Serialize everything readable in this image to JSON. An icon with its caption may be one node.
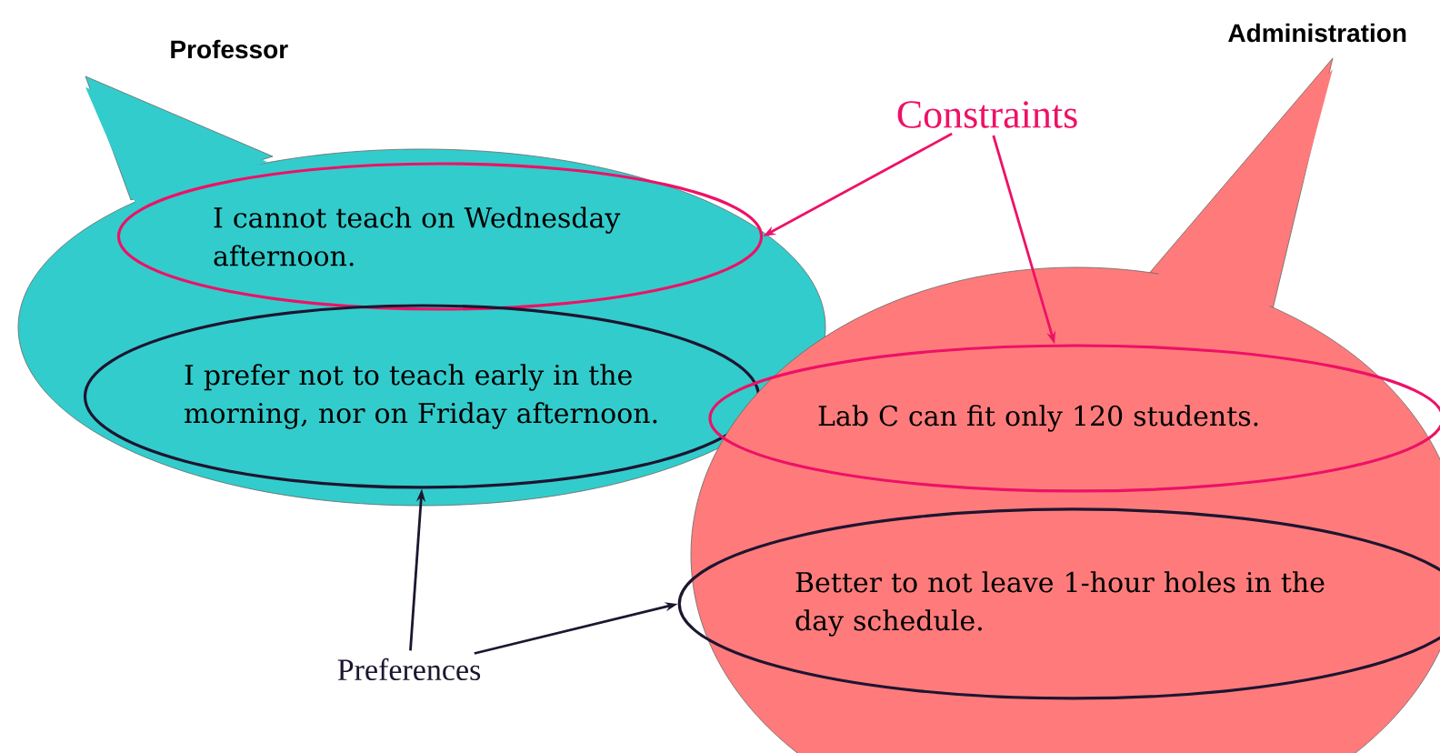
{
  "diagram": {
    "nodes": [
      {
        "text": [
          "Professor"
        ]
      },
      {
        "text": [
          "I cannot teach on Wednesday afternoon."
        ],
        "in": 0
      },
      {
        "text": [
          "I prefer not to teach early in the morning, nor on Friday afternoon."
        ],
        "in": 0
      },
      {
        "text": [
          "Administration"
        ]
      },
      {
        "text": [
          "Lab C can fit only 120 students."
        ],
        "in": 3
      },
      {
        "text": [
          "Better to not leave 1-hour holes in the day schedule."
        ],
        "in": 3
      },
      {
        "text": [
          "Constraints"
        ]
      },
      {
        "text": [
          "Preferences"
        ]
      }
    ],
    "edges": [
      {
        "from": 6,
        "to": 1,
        "arrow": "to",
        "color": "#ee1166"
      },
      {
        "from": 6,
        "to": 4,
        "arrow": "to",
        "color": "#ee1166"
      },
      {
        "from": 7,
        "to": 2,
        "arrow": "to",
        "color": "#1e1530"
      },
      {
        "from": 7,
        "to": 5,
        "arrow": "to",
        "color": "#1e1530"
      }
    ]
  }
}
